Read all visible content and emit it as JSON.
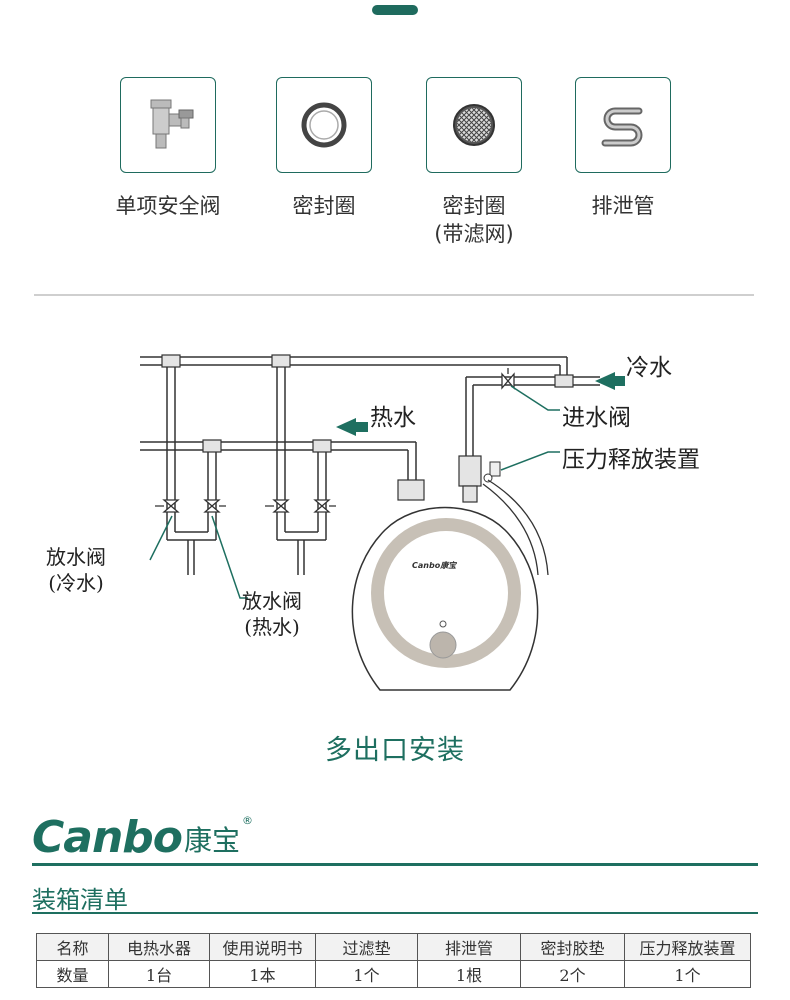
{
  "accessories": [
    {
      "icon": "safety-valve-icon",
      "label": "单项安全阀",
      "sublabel": ""
    },
    {
      "icon": "seal-ring-icon",
      "label": "密封圈",
      "sublabel": ""
    },
    {
      "icon": "seal-ring-filter-icon",
      "label": "密封圈",
      "sublabel": "(带滤网)"
    },
    {
      "icon": "drain-pipe-icon",
      "label": "排泄管",
      "sublabel": ""
    }
  ],
  "diagram": {
    "cold_water": "冷水",
    "hot_water": "热水",
    "inlet_valve": "进水阀",
    "pressure_relief": "压力释放装置",
    "drain_cold_line1": "放水阀",
    "drain_cold_line2": "(冷水)",
    "drain_hot_line1": "放水阀",
    "drain_hot_line2": "(热水)",
    "heater_brand": "Canbo康宝",
    "title": "多出口安装"
  },
  "brand": {
    "latin": "Canbo",
    "cn": "康宝",
    "reg": "®"
  },
  "packing": {
    "title": "装箱清单",
    "header": [
      "名称",
      "电热水器",
      "使用说明书",
      "过滤垫",
      "排泄管",
      "密封胶垫",
      "压力释放装置"
    ],
    "row": [
      "数量",
      "1台",
      "1本",
      "1个",
      "1根",
      "2个",
      "1个"
    ]
  },
  "colors": {
    "accent": "#1e6f60",
    "heater_ring": "#c7c0b6"
  }
}
